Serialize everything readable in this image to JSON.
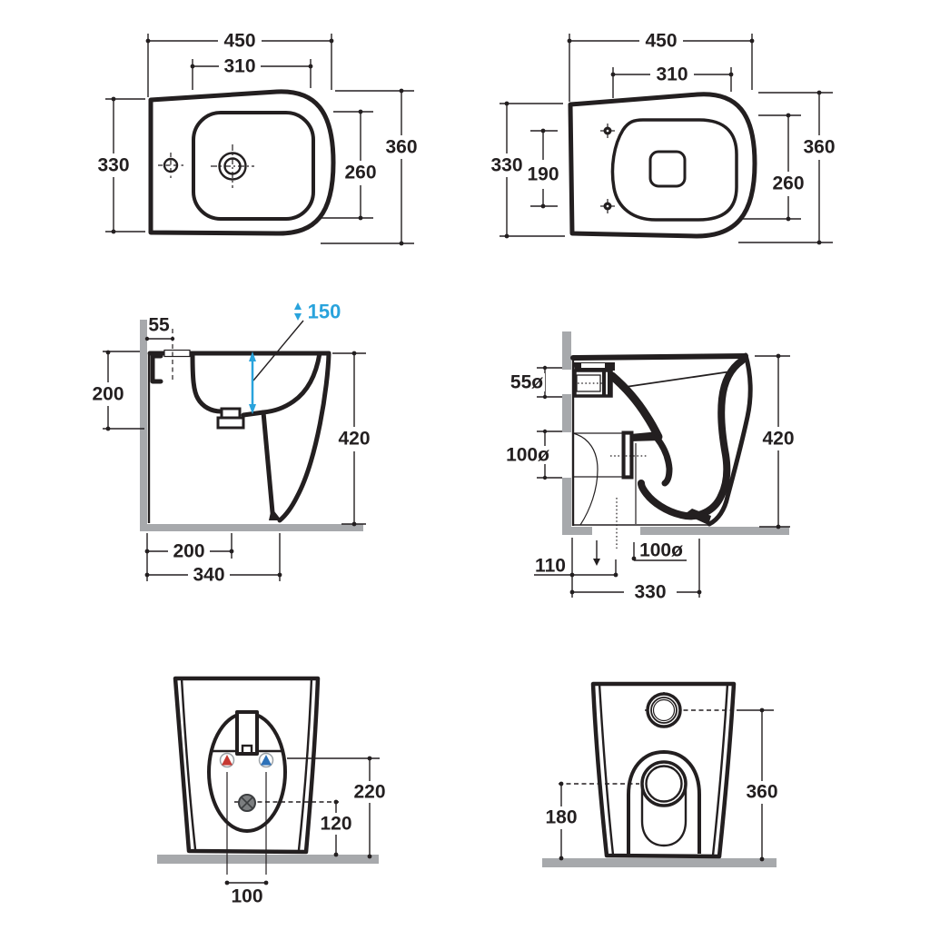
{
  "colors": {
    "ink": "#231f20",
    "gray": "#a7a9ac",
    "blue": "#29a3dc",
    "red": "#c63933",
    "tblue": "#2d71b8",
    "drain": "#7c7e80"
  },
  "views": {
    "bidet_top": {
      "width": "450",
      "basin_width": "310",
      "depth": "330",
      "total_depth": "360",
      "basin_depth": "260"
    },
    "wc_top": {
      "width": "450",
      "basin_width": "310",
      "depth": "330",
      "hole_spacing": "190",
      "total_depth": "360",
      "basin_depth": "260"
    },
    "bidet_side": {
      "tap_offset": "55",
      "water_depth": "150",
      "rim_to_waste": "200",
      "height": "420",
      "wall_to_waste": "200",
      "depth": "340"
    },
    "wc_side": {
      "inlet_dia": "55ø",
      "outlet_dia": "100ø",
      "height": "420",
      "outlet_offset": "110",
      "floor_outlet_dia": "100ø",
      "depth": "330"
    },
    "bidet_front": {
      "tap_height": "220",
      "waste_height": "120",
      "tap_spacing": "100"
    },
    "wc_front": {
      "outlet_height": "180",
      "inlet_height": "360"
    }
  }
}
